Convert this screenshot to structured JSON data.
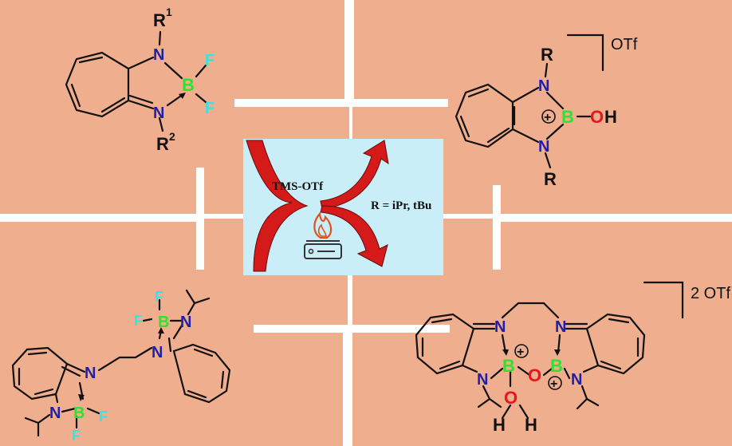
{
  "colors": {
    "panel": "#EFAE8E",
    "divider": "#FFFFFF",
    "bond": "#111111",
    "nitrogen": "#1F1FA8",
    "boron": "#2EE22E",
    "fluorine": "#33E5E5",
    "oxygen": "#E8141E",
    "center_bg": "#C9EEF7",
    "arrow_red": "#D51A1A",
    "flame": "#E0521B"
  },
  "center": {
    "reagent": "TMS-OTf",
    "r_groups": "R = iPr, tBu"
  },
  "top_left": {
    "substituent_1": "R",
    "substituent_1_index": "1",
    "substituent_2": "R",
    "substituent_2_index": "2",
    "n_label": "N",
    "b_label": "B",
    "f_label": "F"
  },
  "top_right": {
    "counter_ion": "OTf",
    "substituent": "R",
    "n_label": "N",
    "b_label": "B",
    "oh_o": "O",
    "oh_h": "H",
    "charge": "+"
  },
  "bottom_left": {
    "n_label": "N",
    "b_label": "B",
    "f_label": "F"
  },
  "bottom_right": {
    "counter_ion": "2 OTf",
    "n_label": "N",
    "b_label": "B",
    "o_label": "O",
    "h_label": "H",
    "charge": "+"
  }
}
